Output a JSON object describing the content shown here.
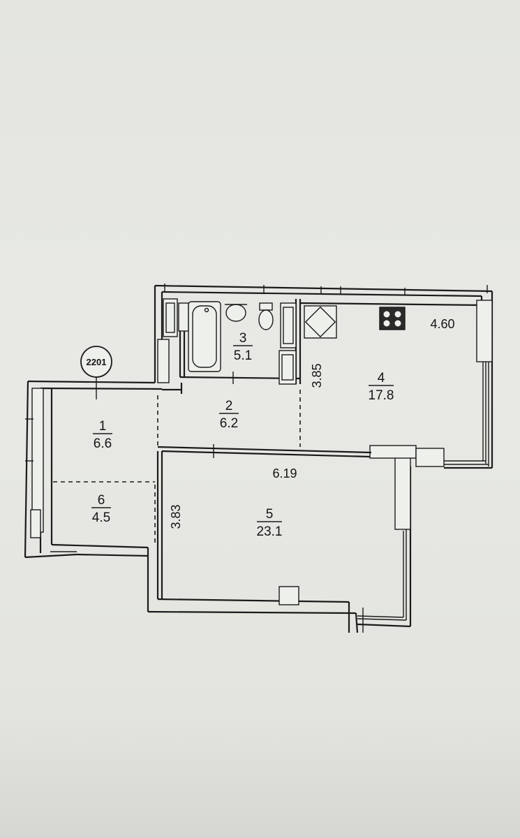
{
  "unit": {
    "label": "2201"
  },
  "rooms": [
    {
      "number": "1",
      "area": "6.6"
    },
    {
      "number": "2",
      "area": "6.2"
    },
    {
      "number": "3",
      "area": "5.1"
    },
    {
      "number": "4",
      "area": "17.8"
    },
    {
      "number": "5",
      "area": "23.1"
    },
    {
      "number": "6",
      "area": "4.5"
    }
  ],
  "dimensions": {
    "kitchen_width": "4.60",
    "kitchen_depth": "3.85",
    "living_width": "6.19",
    "living_depth": "3.83"
  }
}
